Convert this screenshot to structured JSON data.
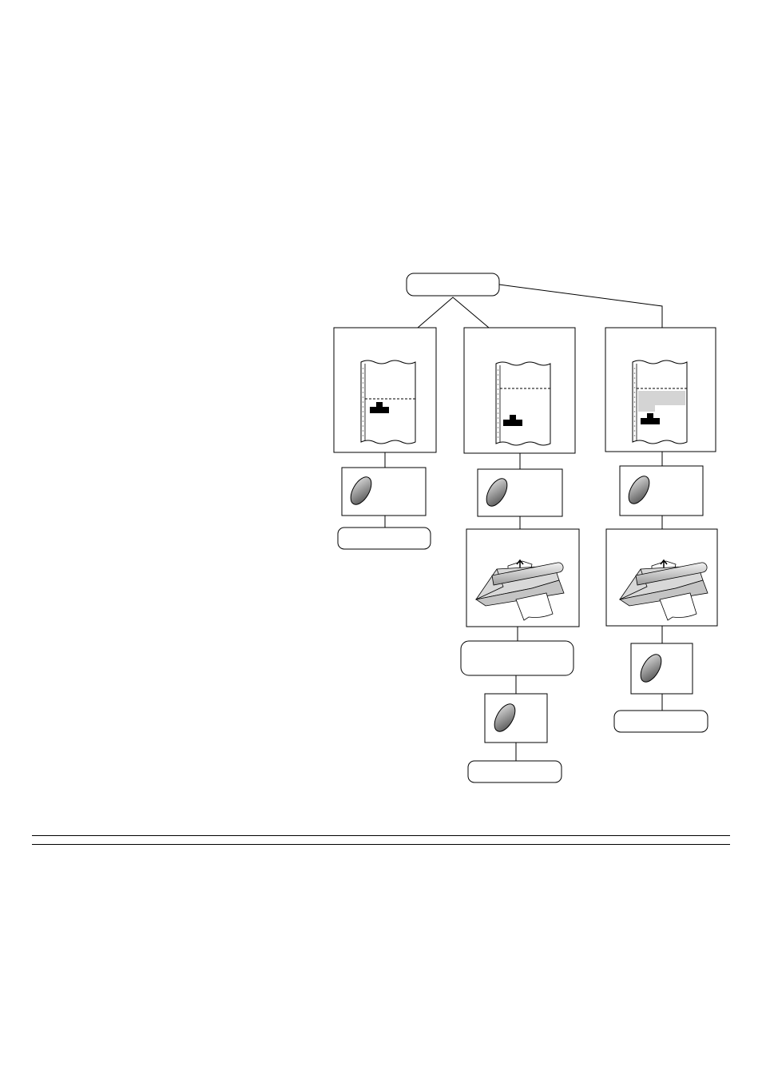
{
  "diagram": {
    "type": "paper-handling-flowchart",
    "columns": [
      {
        "steps": [
          "paper-position-panel",
          "button-panel",
          "label-box"
        ]
      },
      {
        "steps": [
          "paper-position-panel",
          "button-panel",
          "tear-off-panel",
          "label-box",
          "button-panel",
          "label-box"
        ]
      },
      {
        "steps": [
          "paper-position-panel",
          "button-panel",
          "tear-off-panel",
          "button-panel",
          "label-box"
        ]
      }
    ],
    "icons": [
      "continuous-form-paper-icon",
      "print-head-icon",
      "button-key-icon",
      "printer-tear-off-icon"
    ],
    "colors": {
      "line": "#000000",
      "fill": "#ffffff",
      "shade": "#d4d4d4",
      "key_dark": "#4a4a4a",
      "key_light": "#e6e6e6"
    }
  }
}
